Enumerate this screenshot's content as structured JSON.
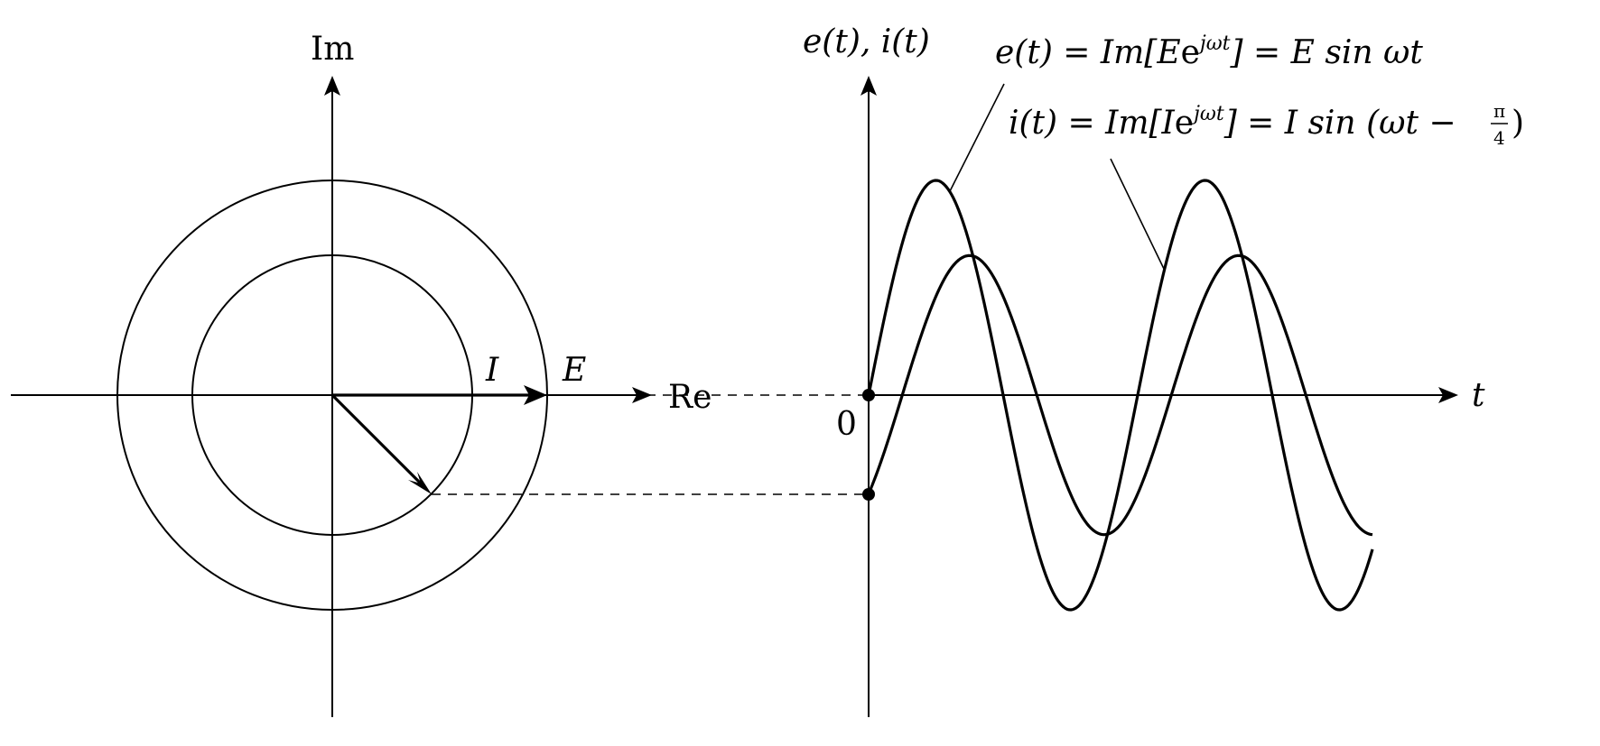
{
  "phasor_diagram": {
    "imag_axis_label": "Im",
    "real_axis_label": "Re",
    "current_phasor_label": "I",
    "voltage_phasor_label": "E",
    "current_phase_deg": -45,
    "current_to_voltage_magnitude_ratio": 0.65
  },
  "waveform_plot": {
    "y_axis_label": "e(t), i(t)",
    "x_axis_label": "t",
    "origin_label": "0",
    "e_equation": {
      "lhs": "e(t) = Im[",
      "phasor": "E",
      "exp_base": "e",
      "exp": "jωt",
      "rhs": "] = E sin ωt"
    },
    "i_equation": {
      "lhs": "i(t) = Im[",
      "phasor": "I",
      "exp_base": "e",
      "exp": "jωt",
      "rhs": "] = I sin (ωt −",
      "frac_num": "π",
      "frac_den": "4",
      "close": ")"
    },
    "cycles_shown": 2,
    "i_phase_lag": "π/4"
  },
  "colors": {
    "line": "#000000",
    "background": "#ffffff"
  }
}
